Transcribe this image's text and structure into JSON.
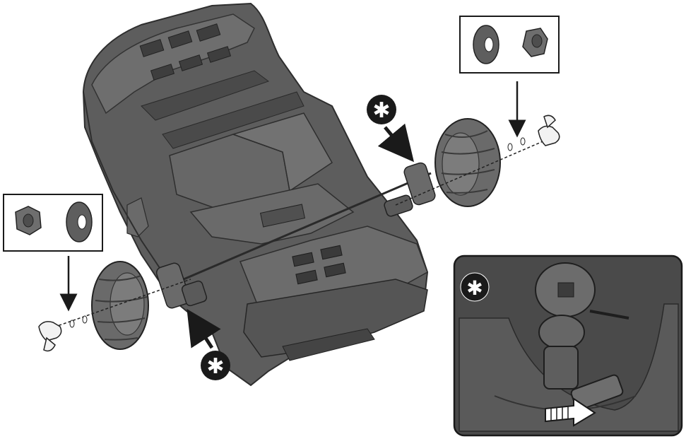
{
  "diagram": {
    "background_color": "#ffffff",
    "body_color": "#5d5d5d",
    "body_dark": "#3e3e3e",
    "body_light": "#8a8a8a",
    "tire_color": "#6a6a6a",
    "line_color": "#1a1a1a",
    "hardware_color": "#f2f2f2",
    "symbols": [
      {
        "name": "asterisk-marker-rear-right",
        "glyph": "✱"
      },
      {
        "name": "asterisk-marker-rear-left",
        "glyph": "✱"
      },
      {
        "name": "asterisk-marker-inset",
        "glyph": "✱"
      }
    ],
    "callouts": [
      {
        "name": "callout-washer-nut-right",
        "parts": [
          "washer-icon",
          "nut-icon"
        ]
      },
      {
        "name": "callout-nut-washer-left",
        "parts": [
          "nut-icon",
          "washer-icon"
        ]
      }
    ],
    "inset": {
      "name": "detail-inset-gearbox",
      "arrow": "insert-direction-arrow"
    }
  }
}
